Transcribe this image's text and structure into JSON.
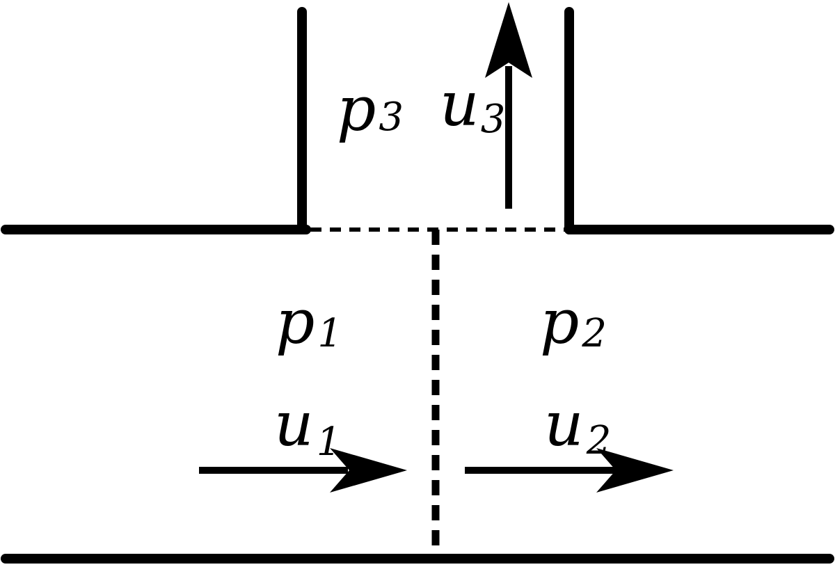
{
  "colors": {
    "line": "#000000",
    "background": "#ffffff"
  },
  "labels": {
    "p3": {
      "symbol": "p",
      "subscript": "3"
    },
    "u3": {
      "symbol": "u",
      "subscript": "3"
    },
    "p1": {
      "symbol": "p",
      "subscript": "1"
    },
    "p2": {
      "symbol": "p",
      "subscript": "2"
    },
    "u1": {
      "symbol": "u",
      "subscript": "1"
    },
    "u2": {
      "symbol": "u",
      "subscript": "2"
    }
  }
}
